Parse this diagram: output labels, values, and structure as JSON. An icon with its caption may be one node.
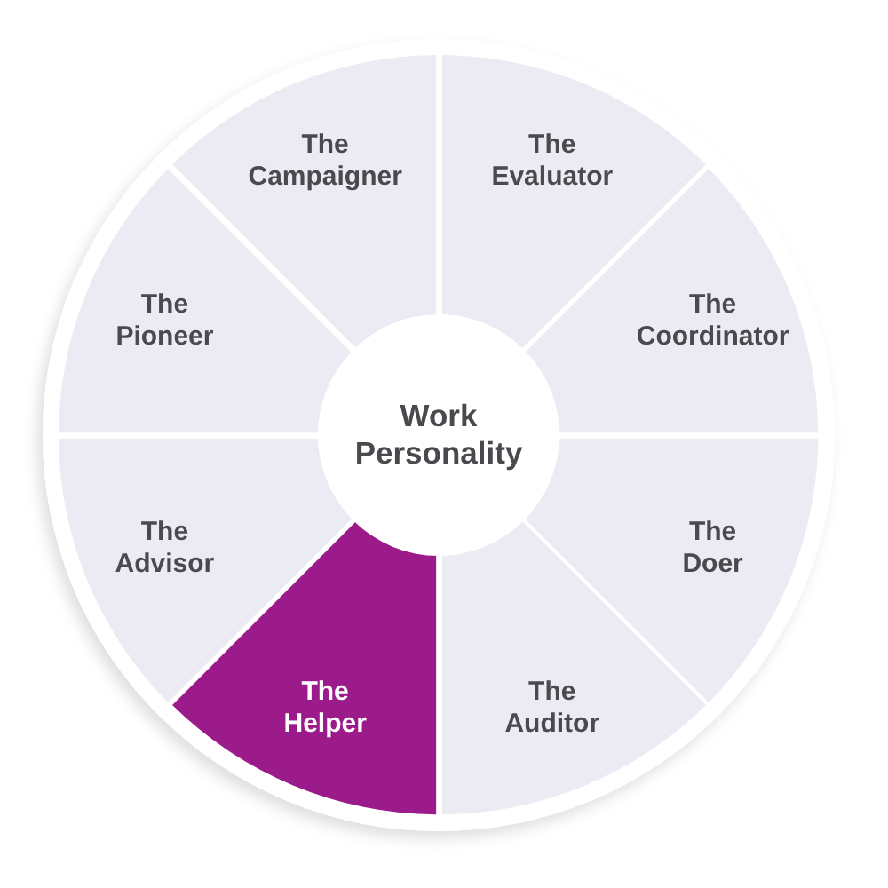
{
  "diagram": {
    "nodes": [
      {
        "text": [
          "Work Personality"
        ]
      },
      {
        "text": [
          "The Campaigner"
        ]
      },
      {
        "text": [
          "The Evaluator"
        ]
      },
      {
        "text": [
          "The Coordinator"
        ]
      },
      {
        "text": [
          "The Doer"
        ]
      },
      {
        "text": [
          "The Auditor"
        ]
      },
      {
        "text": [
          "The Helper"
        ]
      },
      {
        "text": [
          "The Advisor"
        ]
      },
      {
        "text": [
          "The Pioneer"
        ]
      }
    ]
  }
}
